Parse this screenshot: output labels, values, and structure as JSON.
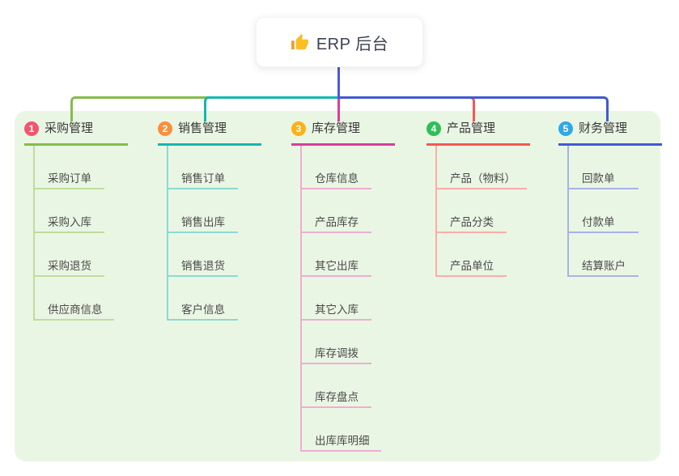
{
  "root": {
    "label": "ERP 后台",
    "icon": "thumbs-up-icon"
  },
  "branches": [
    {
      "index": "1",
      "label": "采购管理",
      "badge_color": "#F2566E",
      "line_color": "#85BC4A",
      "line_color_light": "#BEDD9B",
      "children": [
        "采购订单",
        "采购入库",
        "采购退货",
        "供应商信息"
      ]
    },
    {
      "index": "2",
      "label": "销售管理",
      "badge_color": "#FB8E3C",
      "line_color": "#14B8AE",
      "line_color_light": "#8BDAD3",
      "children": [
        "销售订单",
        "销售出库",
        "销售退货",
        "客户信息"
      ]
    },
    {
      "index": "3",
      "label": "库存管理",
      "badge_color": "#FCB116",
      "line_color": "#DA3D9D",
      "line_color_light": "#EDAED2",
      "children": [
        "仓库信息",
        "产品库存",
        "其它出库",
        "其它入库",
        "库存调拨",
        "库存盘点",
        "出库库明细"
      ]
    },
    {
      "index": "4",
      "label": "产品管理",
      "badge_color": "#2FBE57",
      "line_color": "#F65752",
      "line_color_light": "#FBACA9",
      "children": [
        "产品（物料）",
        "产品分类",
        "产品单位"
      ]
    },
    {
      "index": "5",
      "label": "财务管理",
      "badge_color": "#30A8E6",
      "line_color": "#4259D3",
      "line_color_light": "#A7B3E9",
      "children": [
        "回款单",
        "付款单",
        "结算账户"
      ]
    }
  ],
  "colors": {
    "canvas_bg": "#FFFFFF",
    "panel_bg": "#EAF6E4",
    "root_stem": "#4C5BD4"
  }
}
